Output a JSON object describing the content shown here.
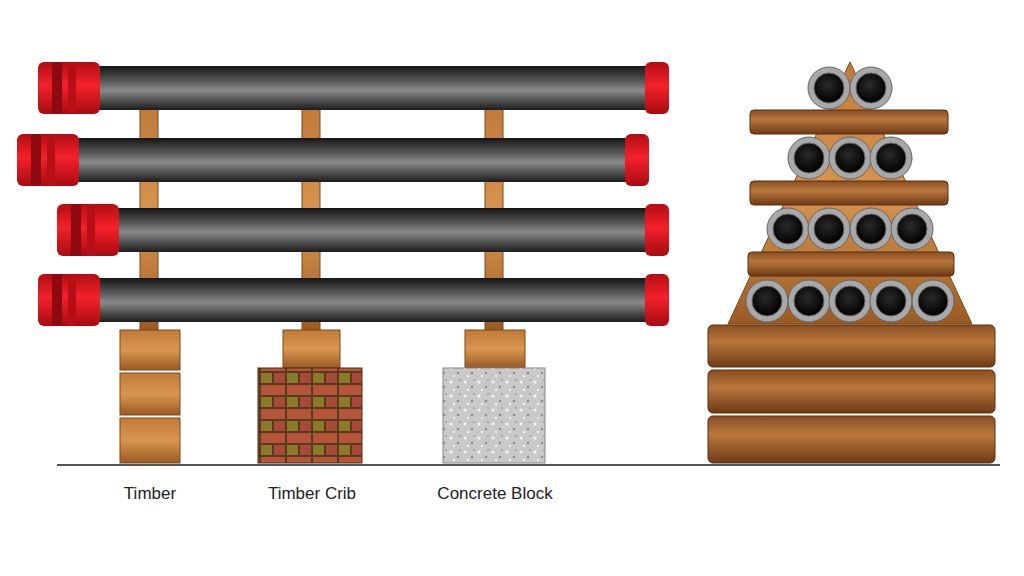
{
  "diagram": {
    "labels": [
      "Timber",
      "Timber Crib",
      "Concrete Block"
    ]
  }
}
